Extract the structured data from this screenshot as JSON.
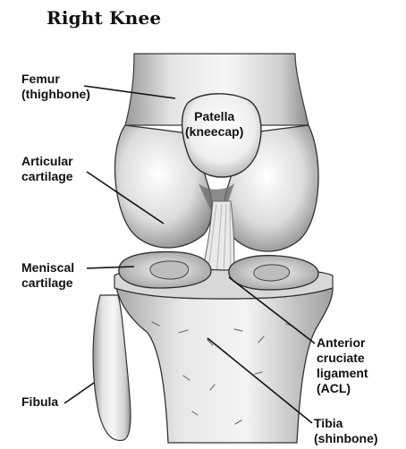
{
  "title": "Right Knee",
  "labels": {
    "femur": {
      "line1": "Femur",
      "line2": "(thighbone)"
    },
    "patella": {
      "line1": "Patella",
      "line2": "(kneecap)"
    },
    "articular": {
      "line1": "Articular",
      "line2": "cartilage"
    },
    "meniscal": {
      "line1": "Meniscal",
      "line2": "cartilage"
    },
    "fibula": {
      "line1": "Fibula"
    },
    "acl": {
      "line1": "Anterior",
      "line2": "cruciate",
      "line3": "ligament",
      "line4": "(ACL)"
    },
    "tibia": {
      "line1": "Tibia",
      "line2": "(shinbone)"
    }
  },
  "colors": {
    "text": "#111111",
    "bone_light": "#f1f1f1",
    "bone_mid": "#c9c9c9",
    "bone_dark": "#8a8a8a",
    "outline": "#2a2a2a"
  }
}
